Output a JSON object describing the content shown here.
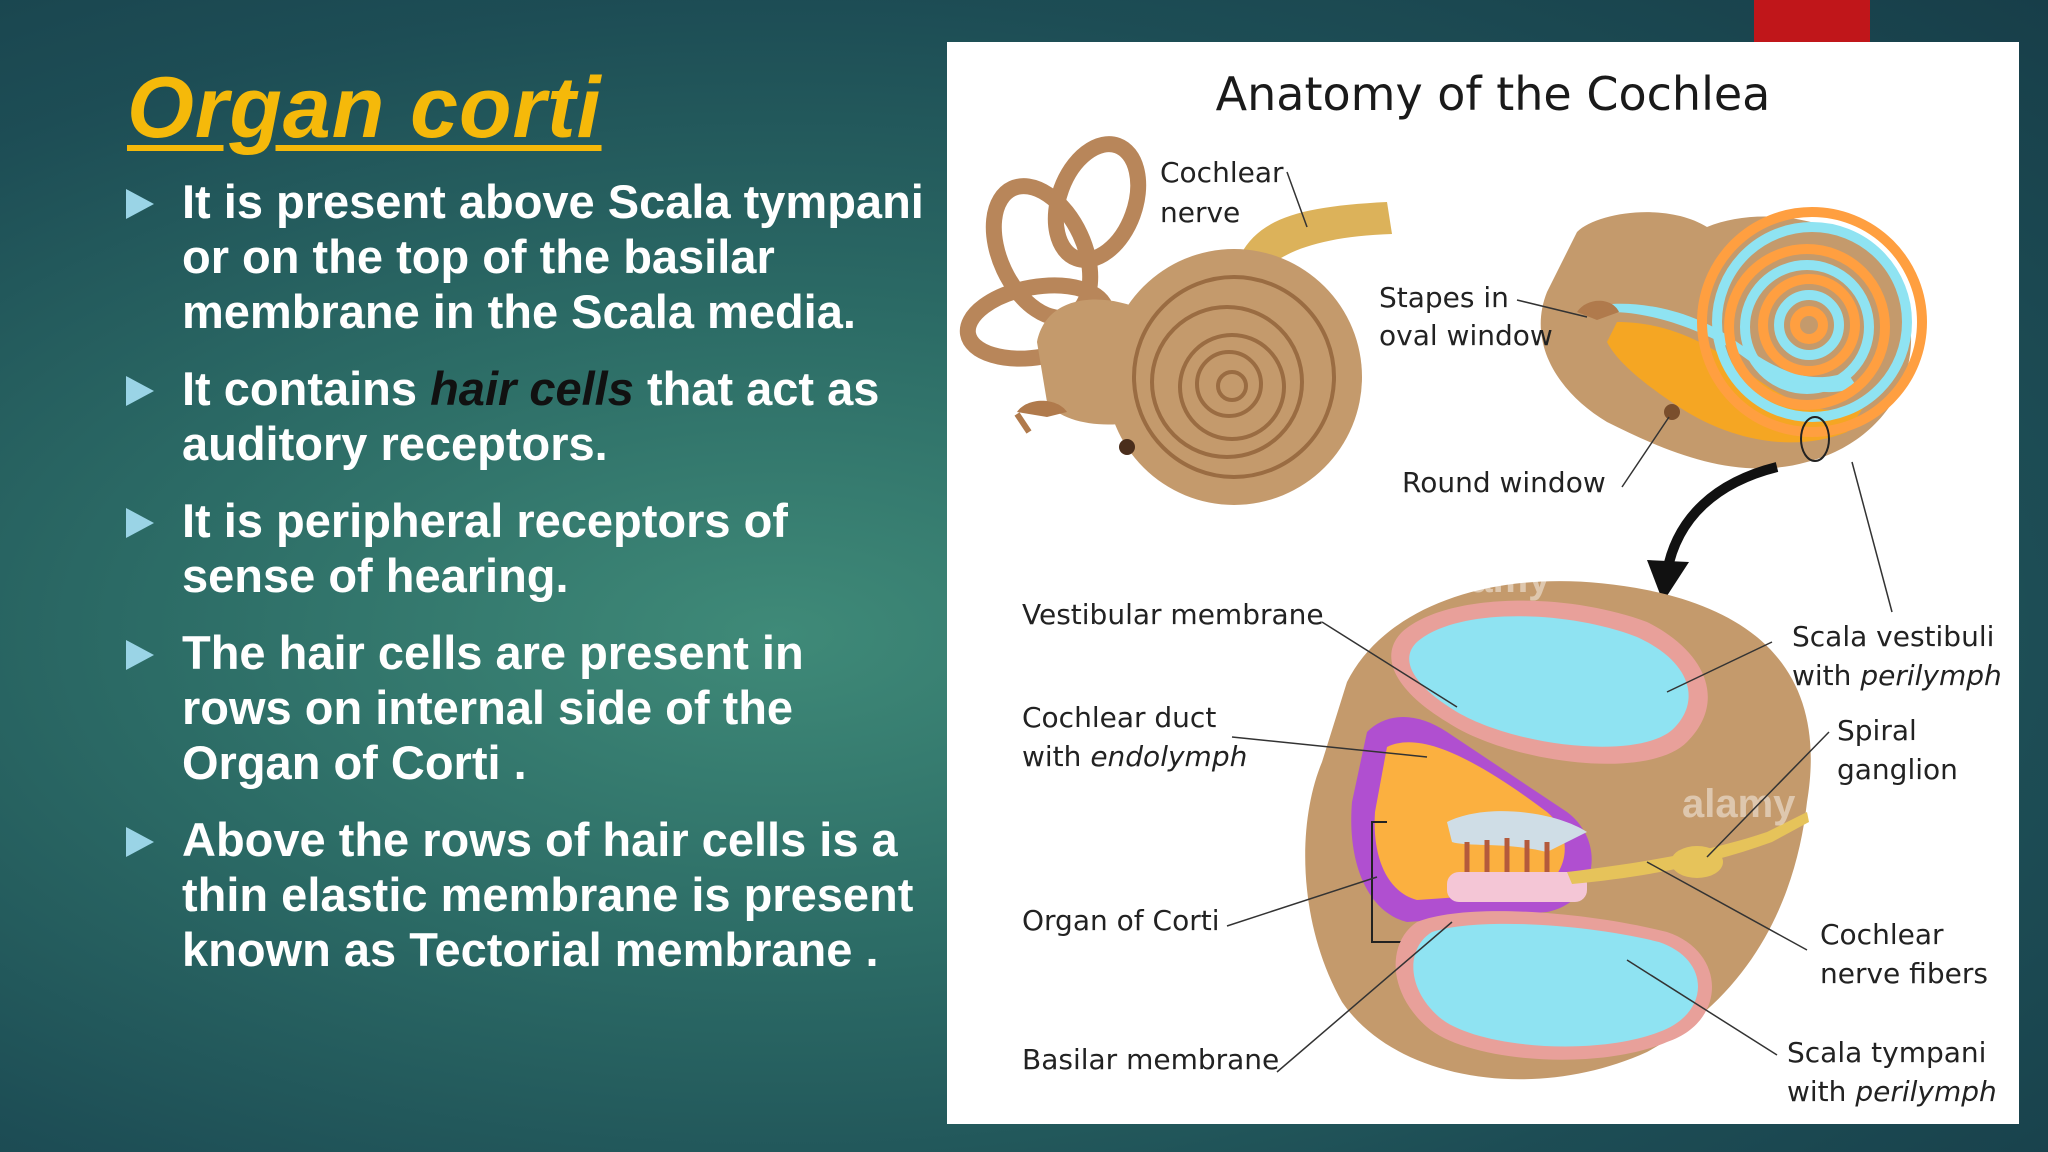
{
  "slide": {
    "title": "Organ corti",
    "bullets": [
      {
        "text": "It is present above Scala tympani or on the top of the basilar membrane in the Scala media."
      },
      {
        "before": "It contains ",
        "emphasis": "hair cells",
        "after": " that act as auditory receptors."
      },
      {
        "text": "It is peripheral receptors of sense of hearing."
      },
      {
        "text": "The hair cells are present in rows on internal side of the Organ of Corti ."
      },
      {
        "text": "Above the rows of hair cells is a thin elastic membrane is present known as Tectorial membrane ."
      }
    ]
  },
  "diagram": {
    "title": "Anatomy of the Cochlea",
    "labels": {
      "cochlear_nerve_1": "Cochlear",
      "cochlear_nerve_2": "nerve",
      "stapes_1": "Stapes in",
      "stapes_2": "oval window",
      "round_window": "Round window",
      "vestibular_membrane": "Vestibular membrane",
      "cochlear_duct_1": "Cochlear duct",
      "cochlear_duct_2_plain": "with ",
      "cochlear_duct_2_italic": "endolymph",
      "organ_of_corti": "Organ of Corti",
      "basilar_membrane": "Basilar membrane",
      "scala_vestibuli_1": "Scala vestibuli",
      "scala_vestibuli_2_plain": "with ",
      "scala_vestibuli_2_italic": "perilymph",
      "spiral_ganglion_1": "Spiral",
      "spiral_ganglion_2": "ganglion",
      "cochlear_nerve_fibers_1": "Cochlear",
      "cochlear_nerve_fibers_2": "nerve fibers",
      "scala_tympani_1": "Scala tympani",
      "scala_tympani_2_plain": "with ",
      "scala_tympani_2_italic": "perilymph"
    },
    "watermarks": [
      "alamy",
      "alamy"
    ]
  },
  "colors": {
    "title": "#f5b90a",
    "bullet_text": "#ffffff",
    "bullet_arrow": "#9ad4e6",
    "accent": "#c0161a",
    "cochlea_brown": "#c49a6c",
    "fluid_blue": "#8fe3f2"
  }
}
